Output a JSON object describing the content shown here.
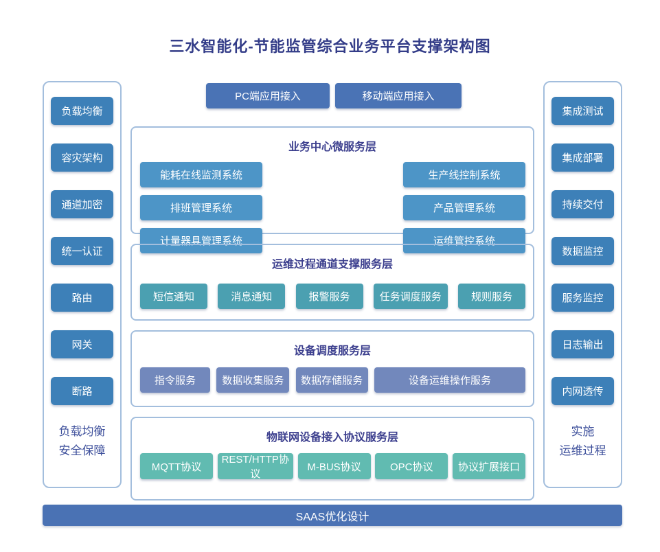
{
  "title": "三水智能化-节能监管综合业务平台支撑架构图",
  "colors": {
    "title_text": "#333c88",
    "section_title_text": "#3c3f8e",
    "panel_border": "#a3bedd",
    "access_box": "#4a73b5",
    "sidebar_box": "#3d80b8",
    "business_box": "#4d95c7",
    "channel_box": "#4ba0b1",
    "device_box": "#7288bc",
    "protocol_box": "#61bbb1",
    "saas_bar": "#4a72b4",
    "sidebar_footer_text": "#3d4f9b"
  },
  "top_access": {
    "items": [
      "PC端应用接入",
      "移动端应用接入"
    ]
  },
  "left_sidebar": {
    "items": [
      "负载均衡",
      "容灾架构",
      "通道加密",
      "统一认证",
      "路由",
      "网关",
      "断路"
    ],
    "footer_lines": [
      "负载均衡",
      "安全保障"
    ]
  },
  "right_sidebar": {
    "items": [
      "集成测试",
      "集成部署",
      "持续交付",
      "数据监控",
      "服务监控",
      "日志输出",
      "内网透传"
    ],
    "footer_lines": [
      "实施",
      "运维过程"
    ]
  },
  "sections": [
    {
      "title": "业务中心微服务层",
      "items": [
        "能耗在线监测系统",
        "生产线控制系统",
        "排班管理系统",
        "产品管理系统",
        "计量器具管理系统",
        "运维管控系统"
      ]
    },
    {
      "title": "运维过程通道支撑服务层",
      "items": [
        "短信通知",
        "消息通知",
        "报警服务",
        "任务调度服务",
        "规则服务"
      ]
    },
    {
      "title": "设备调度服务层",
      "items": [
        "指令服务",
        "数据收集服务",
        "数据存储服务",
        "设备运维操作服务"
      ]
    },
    {
      "title": "物联网设备接入协议服务层",
      "items": [
        "MQTT协议",
        "REST/HTTP协议",
        "M-BUS协议",
        "OPC协议",
        "协议扩展接口"
      ]
    }
  ],
  "footer_bar": {
    "label": "SAAS优化设计"
  }
}
